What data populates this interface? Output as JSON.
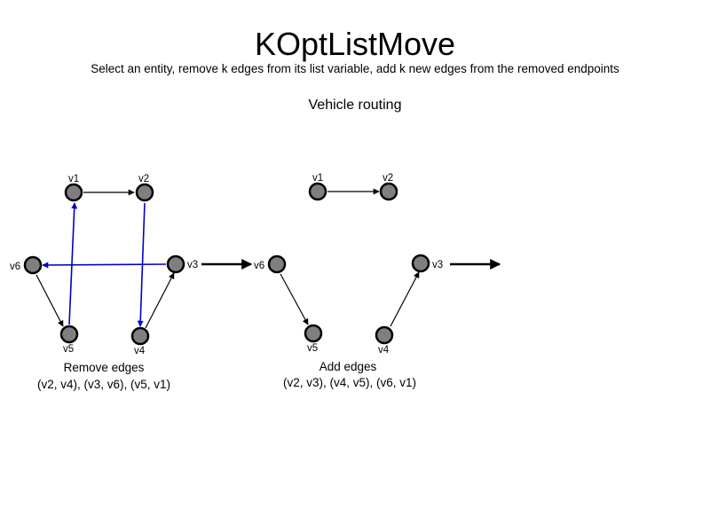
{
  "title": "KOptListMove",
  "subtitle": "Select an entity, remove k edges from its list variable, add k new edges from the removed endpoints",
  "section_label": "Vehicle routing",
  "colors": {
    "node_fill": "#7f7f7f",
    "node_stroke": "#000000",
    "edge": "#000000",
    "removed_edge": "#0000cc"
  },
  "left_panel": {
    "caption_line1": "Remove edges",
    "caption_line2": "(v2, v4), (v3, v6), (v5, v1)",
    "nodes": [
      "v1",
      "v2",
      "v3",
      "v4",
      "v5",
      "v6"
    ],
    "kept_edges": [
      [
        "v1",
        "v2"
      ],
      [
        "v6",
        "v5"
      ],
      [
        "v4",
        "v3"
      ]
    ],
    "removed_edges": [
      [
        "v2",
        "v4"
      ],
      [
        "v3",
        "v6"
      ],
      [
        "v5",
        "v1"
      ]
    ]
  },
  "right_panel": {
    "caption_line1": "Add edges",
    "caption_line2": "(v2, v3), (v4, v5), (v6, v1)",
    "nodes": [
      "v1",
      "v2",
      "v3",
      "v4",
      "v5",
      "v6"
    ],
    "edges": [
      [
        "v1",
        "v2"
      ],
      [
        "v6",
        "v5"
      ],
      [
        "v4",
        "v3"
      ]
    ]
  }
}
